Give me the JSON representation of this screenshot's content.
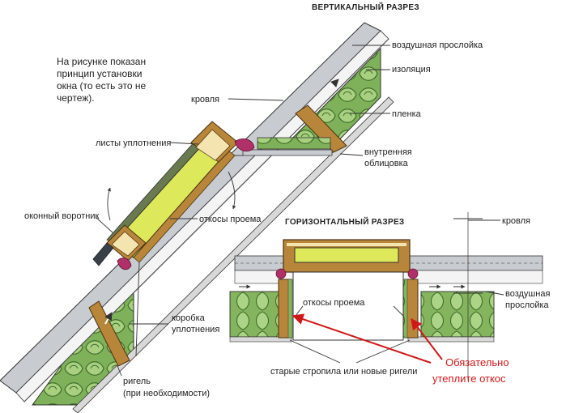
{
  "titles": {
    "vertical": "ВЕРТИКАЛЬНЫЙ РАЗРЕЗ",
    "horizontal": "ГОРИЗОНТАЛЬНЫЙ РАЗРЕЗ"
  },
  "note": {
    "line1": "На рисунке показан",
    "line2": "принцип установки",
    "line3": "окна (то есть это не",
    "line4": "чертеж)."
  },
  "labels": {
    "air_gap": "воздушная прослойка",
    "insulation": "изоляция",
    "roof": "кровля",
    "film": "пленка",
    "inner_lining_1": "внутренняя",
    "inner_lining_2": "облицовка",
    "sealing_sheets": "листы уплотнения",
    "window_collar": "оконный воротник",
    "reveals": "откосы проема",
    "sealing_box_1": "коробка",
    "sealing_box_2": "уплотнения",
    "crossbar_1": "ригель",
    "crossbar_2": "(при необходимости)",
    "h_roof": "кровля",
    "h_air_gap_1": "воздушная",
    "h_air_gap_2": "прослойка",
    "h_reveals": "откосы проема",
    "rafters": "старые стропила или новые ригели"
  },
  "callout": {
    "line1": "Обязательно",
    "line2": "утеплите откос"
  },
  "colors": {
    "insulation": "#7fb05a",
    "glass": "#dde85a",
    "wood": "#b8863a",
    "seal": "#b0306a",
    "accent_red": "#d01818",
    "roof_gray": "#c8ccd0"
  }
}
